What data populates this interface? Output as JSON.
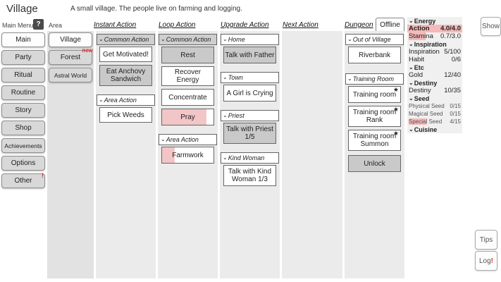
{
  "icons": {
    "chevron": "⌄",
    "star": "★",
    "help": "?"
  },
  "colors": {
    "progress_pink": "#f2c6c6",
    "status_pink": "#f5b9b9",
    "alert_red": "#d93025",
    "column_bg": "#ebebeb",
    "area_column_bg": "#e2e2e2",
    "button_gray": "#c9c9c9"
  },
  "header": {
    "title": "Village",
    "subtitle": "A small village. The people live on farming and logging."
  },
  "menu": {
    "label": "Main Menu",
    "items": [
      "Main",
      "Party",
      "Ritual",
      "Routine",
      "Story",
      "Shop",
      "Achievements",
      "Options",
      "Other"
    ],
    "other_badge": "!"
  },
  "area": {
    "label": "Area",
    "items": [
      "Village",
      "Forest",
      "Astral World"
    ],
    "forest_badge": "new"
  },
  "instant": {
    "header": "Instant Action",
    "common_group": "Common Action",
    "get_motivated": "Get Motivated!",
    "eat_sandwich": "Eat Anchovy Sandwich",
    "area_group": "Area Action",
    "pick_weeds": "Pick Weeds"
  },
  "loop": {
    "header": "Loop Action",
    "common_group": "Common Action",
    "rest": "Rest",
    "recover": "Recover Energy",
    "concentrate": "Concentrate",
    "pray": "Pray",
    "pray_progress_pct": 86,
    "area_group": "Area Action",
    "farmwork": "Farmwork",
    "farmwork_progress_pct": 25
  },
  "upgrade": {
    "header": "Upgrade Action",
    "groups": [
      {
        "title": "Home",
        "button": "Talk with Father"
      },
      {
        "title": "Town",
        "button": "A Girl is Crying"
      },
      {
        "title": "Priest",
        "button": "Talk with Priest 1/5"
      },
      {
        "title": "Kind Woman",
        "button": "Talk with Kind Woman 1/3"
      }
    ]
  },
  "next": {
    "header": "Next Action"
  },
  "dungeon": {
    "header": "Dungeon",
    "offline": "Offline",
    "out_group": "Out of Village",
    "riverbank": "Riverbank",
    "training_group": "Training Room",
    "training_room": "Training room",
    "rank": "Rank",
    "summon": "Summon",
    "unlock": "Unlock"
  },
  "stats": {
    "energy_title": "Energy",
    "action": {
      "label": "Action",
      "value": "4.0/4.0",
      "progress_pct": 100
    },
    "stamina": {
      "label_hl": "Stami",
      "label_rest": "na",
      "value": "0.7/3.0"
    },
    "inspiration_title": "Inspiration",
    "inspiration": {
      "label": "Inspiration",
      "value": "5/100"
    },
    "habit": {
      "label": "Habit",
      "value": "0/6"
    },
    "etc_title": "Etc",
    "gold": {
      "label": "Gold",
      "value": "12/40"
    },
    "destiny_title": "Destiny",
    "destiny": {
      "label": "Destiny",
      "value": "10/35"
    },
    "seed_title": "Seed",
    "physical_seed": {
      "label": "Physical Seed",
      "value": "0/15"
    },
    "magical_seed": {
      "label": "Magical Seed",
      "value": "0/15"
    },
    "special_seed": {
      "label_hl": "Special",
      "label_rest": " Seed",
      "value": "4/15"
    },
    "cuisine_title": "Cuisine"
  },
  "corner": {
    "show": "Show",
    "tips": "Tips",
    "log": "Log",
    "log_badge": "!"
  }
}
